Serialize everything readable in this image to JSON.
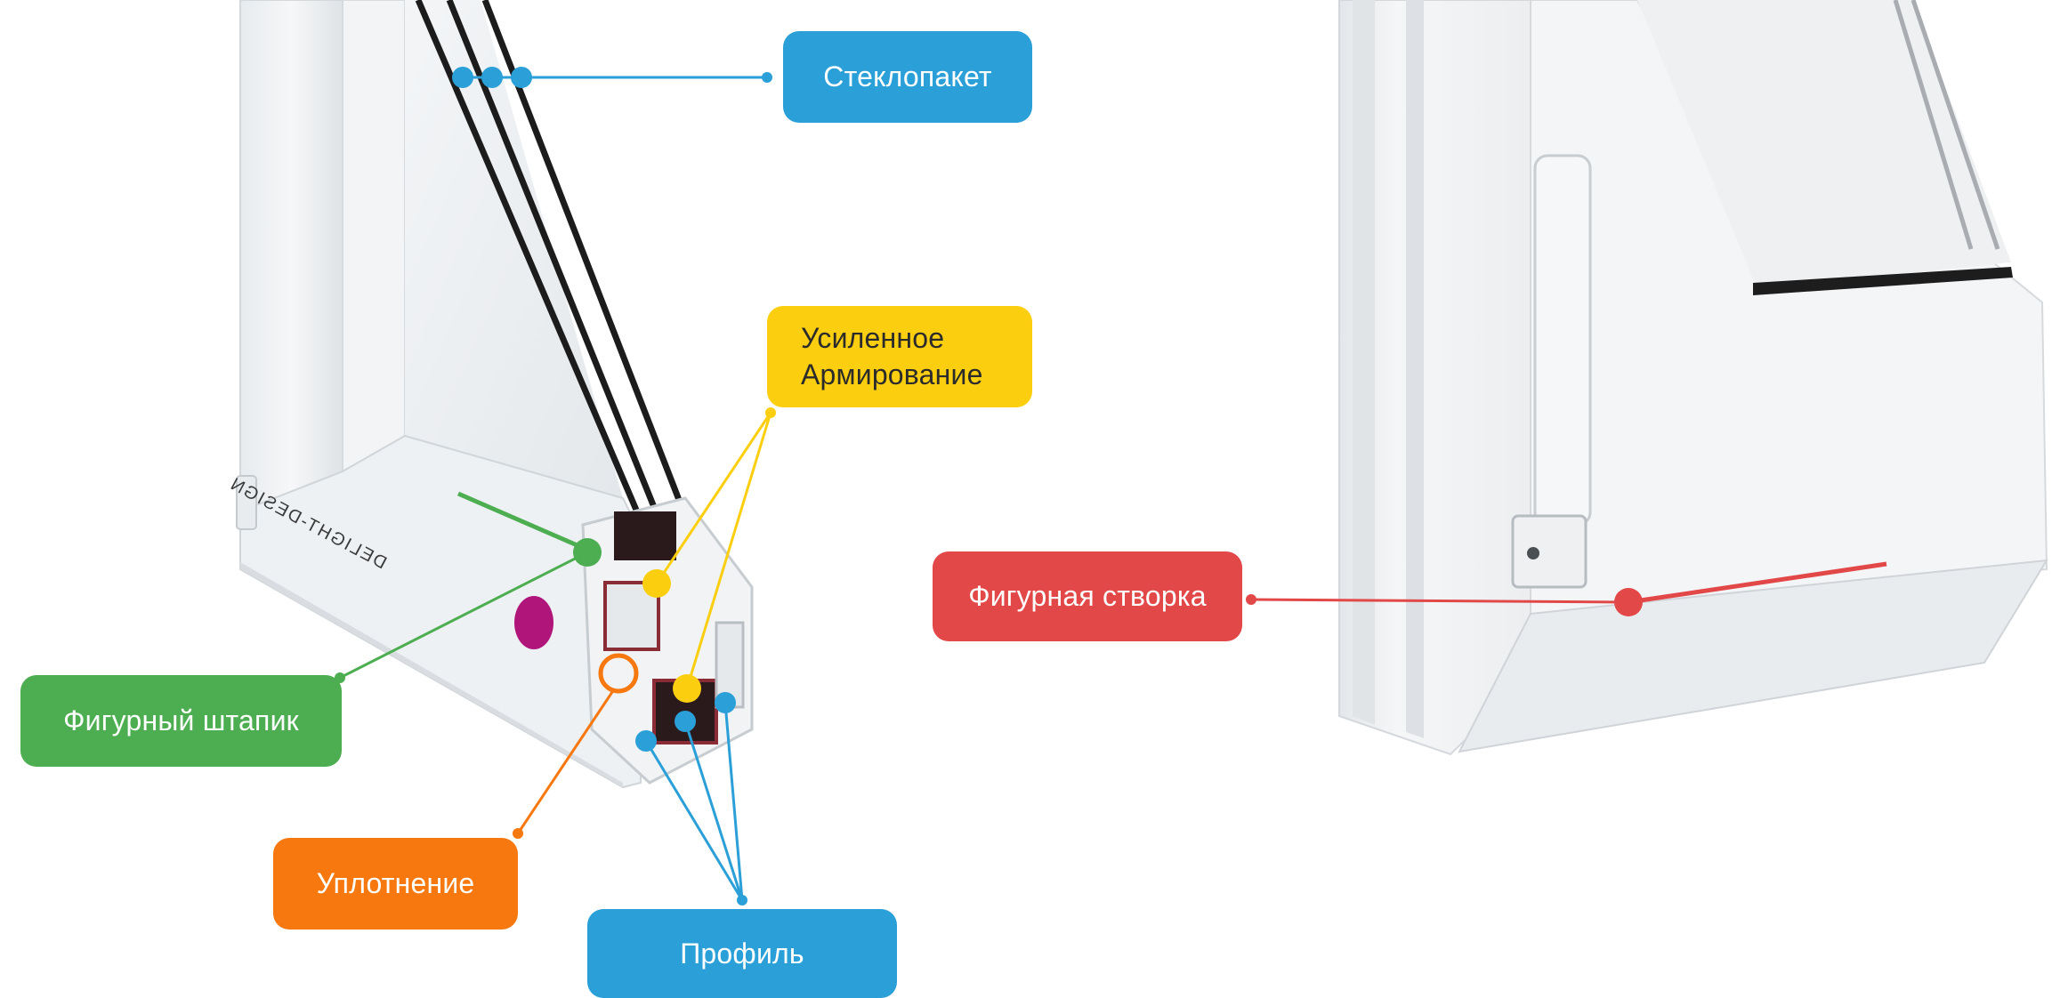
{
  "labels": {
    "glass": {
      "text": "Стеклопакет"
    },
    "arm": {
      "line1": "Усиленное",
      "line2": "Армирование"
    },
    "bead": {
      "text": "Фигурный штапик"
    },
    "seal": {
      "text": "Уплотнение"
    },
    "profile": {
      "text": "Профиль"
    },
    "sash": {
      "text": "Фигурная створка"
    }
  },
  "frame_marking": "DELIGHT-DESIGN",
  "colors": {
    "blue": "#2a9fd8",
    "yellow": "#fbcf0f",
    "green": "#4cae50",
    "orange": "#f6780f",
    "red": "#e24848",
    "frame_white": "#eef1f3",
    "frame_shadow": "#c9cfd4",
    "glass_dark": "#1c1c1c",
    "seal_dark": "#2b1a1c",
    "pink_logo": "#b0157a",
    "label_text_dark": "#2b2b2b",
    "label_text_light": "#ffffff"
  }
}
